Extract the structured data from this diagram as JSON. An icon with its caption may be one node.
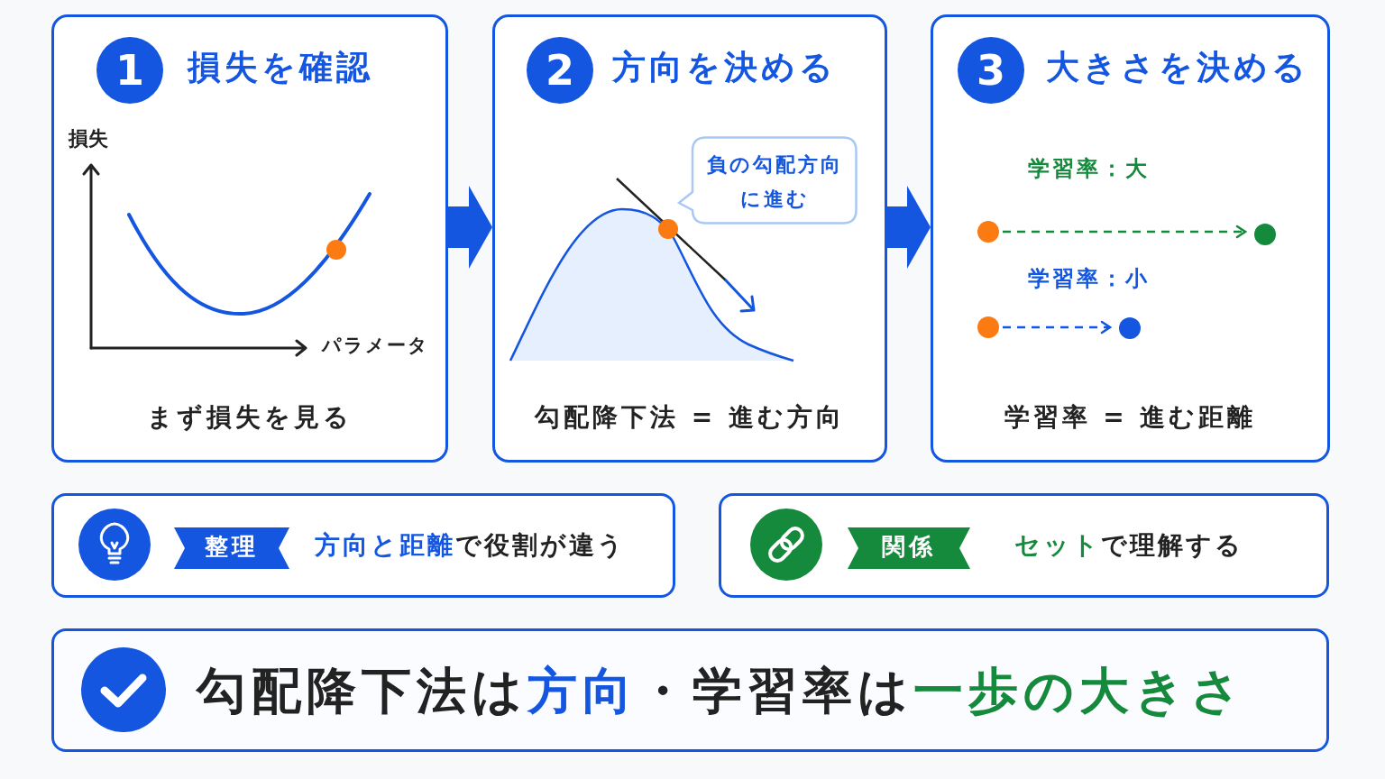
{
  "diagram": {
    "nodes": [
      {
        "text": [
          "損失を確認",
          "まず損失を見る"
        ]
      },
      {
        "text": [
          "1"
        ],
        "in": 0
      },
      {
        "text": [
          "方向を決める",
          "勾配降下法 = 進む方向"
        ]
      },
      {
        "text": [
          "2"
        ],
        "in": 2
      },
      {
        "text": [
          "負の勾配方向に進む"
        ],
        "in": 2
      },
      {
        "text": [
          "大きさを決める",
          "学習率 = 進む距離"
        ]
      },
      {
        "text": [
          "3"
        ],
        "in": 5
      },
      {
        "text": [],
        "shape": "circle",
        "in": 5
      },
      {
        "text": [],
        "shape": "circle",
        "in": 5
      },
      {
        "text": [],
        "shape": "circle",
        "in": 5
      },
      {
        "text": [],
        "shape": "circle",
        "in": 5
      },
      {
        "text": [
          "**方向と距離**で役割が違う"
        ]
      },
      {
        "text": [
          "整理"
        ],
        "in": 11
      },
      {
        "text": [
          "**セット**で理解する"
        ]
      },
      {
        "text": [
          "関係"
        ],
        "in": 13
      },
      {
        "text": [
          "勾配降下法は**方向**・学習率は**一歩の大きさ**"
        ]
      }
    ],
    "edges": [
      {
        "from": 0,
        "to": 2,
        "arrow": "to",
        "style": "thick"
      },
      {
        "from": 2,
        "to": 5,
        "arrow": "to",
        "style": "thick"
      },
      {
        "from": 7,
        "to": 8,
        "arrow": "to",
        "style": "dashed",
        "color": "#168a3c"
      },
      {
        "from": 9,
        "to": 10,
        "arrow": "to",
        "style": "dashed"
      }
    ],
    "labels": [
      "損失",
      "パラメータ",
      "学習率：大",
      "学習率：小"
    ]
  }
}
